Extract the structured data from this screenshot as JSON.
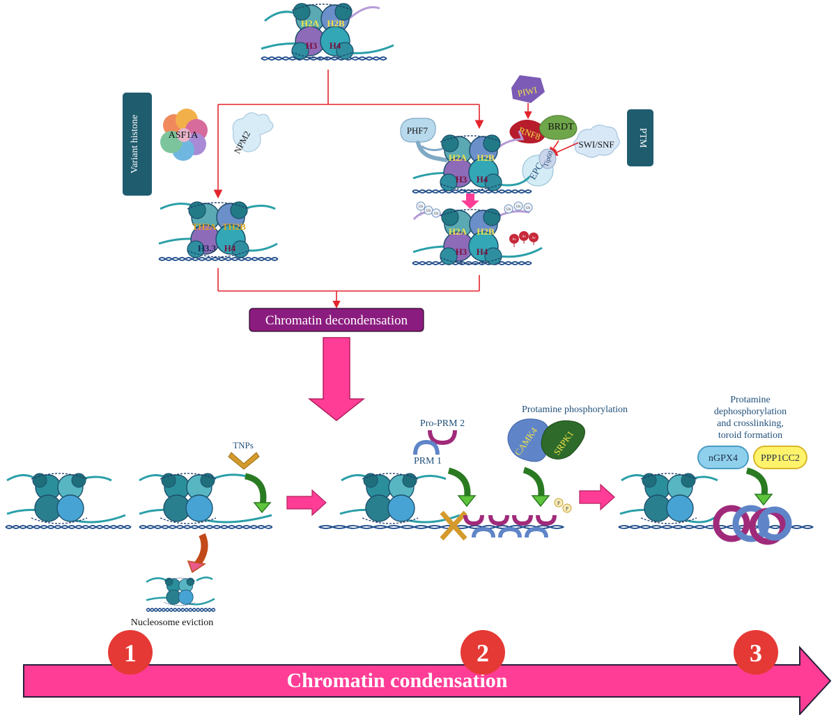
{
  "top_nucleosome": {
    "h2a": "H2A",
    "h2b": "H2B",
    "h3": "H3",
    "h4": "H4"
  },
  "variant_panel": {
    "badge": "Variant histone",
    "chaperone_1": "ASF1A",
    "chaperone_2": "NPM2",
    "nucleosome": {
      "h2a": "TH2A",
      "h2b": "TH2B",
      "h3": "H3.3",
      "h4": "H4"
    }
  },
  "ptm_panel": {
    "badge": "PTM",
    "factor_phf7": "PHF7",
    "factor_piwi": "PIWI",
    "factor_rnf8": "RNF8",
    "factor_brdt": "BRDT",
    "factor_swi": "SWI/SNF",
    "factor_tip60": "Tip60",
    "factor_epc": "EPC",
    "nucleosome_before": {
      "h2a": "H2A",
      "h2b": "H2B",
      "h3": "H3",
      "h4": "H4"
    },
    "nucleosome_after": {
      "h2a": "H2A",
      "h2b": "H2B",
      "h3": "H3",
      "h4": "H4"
    },
    "ub_mark": "Ub",
    "ac_mark": "Ac"
  },
  "decondensation_box": "Chromatin decondensation",
  "step1": {
    "tnps": "TNPs",
    "eviction": "Nucleosome eviction"
  },
  "step2": {
    "pro_prm2": "Pro-PRM 2",
    "prm1": "PRM 1",
    "phospho_title": "Protamine phosphorylation",
    "kinase_1": "CAMK4",
    "kinase_2": "SRPK1",
    "p_mark": "P"
  },
  "step3": {
    "title_line1": "Protamine",
    "title_line2": "dephosphorylation",
    "title_line3": "and crosslinking,",
    "title_line4": "toroid formation",
    "enzyme_1": "nGPX4",
    "enzyme_2": "PPP1CC2"
  },
  "stage_numbers": [
    "1",
    "2",
    "3"
  ],
  "condensation_label": "Chromatin condensation",
  "colors": {
    "pink": "#ff3d96",
    "red": "#e3242b",
    "purple_box": "#8b1c7f",
    "teal_badge": "#1f5c6e",
    "badge_red": "#e53935",
    "teal": "#2a9fa8",
    "dna": "#1c4a8a"
  }
}
